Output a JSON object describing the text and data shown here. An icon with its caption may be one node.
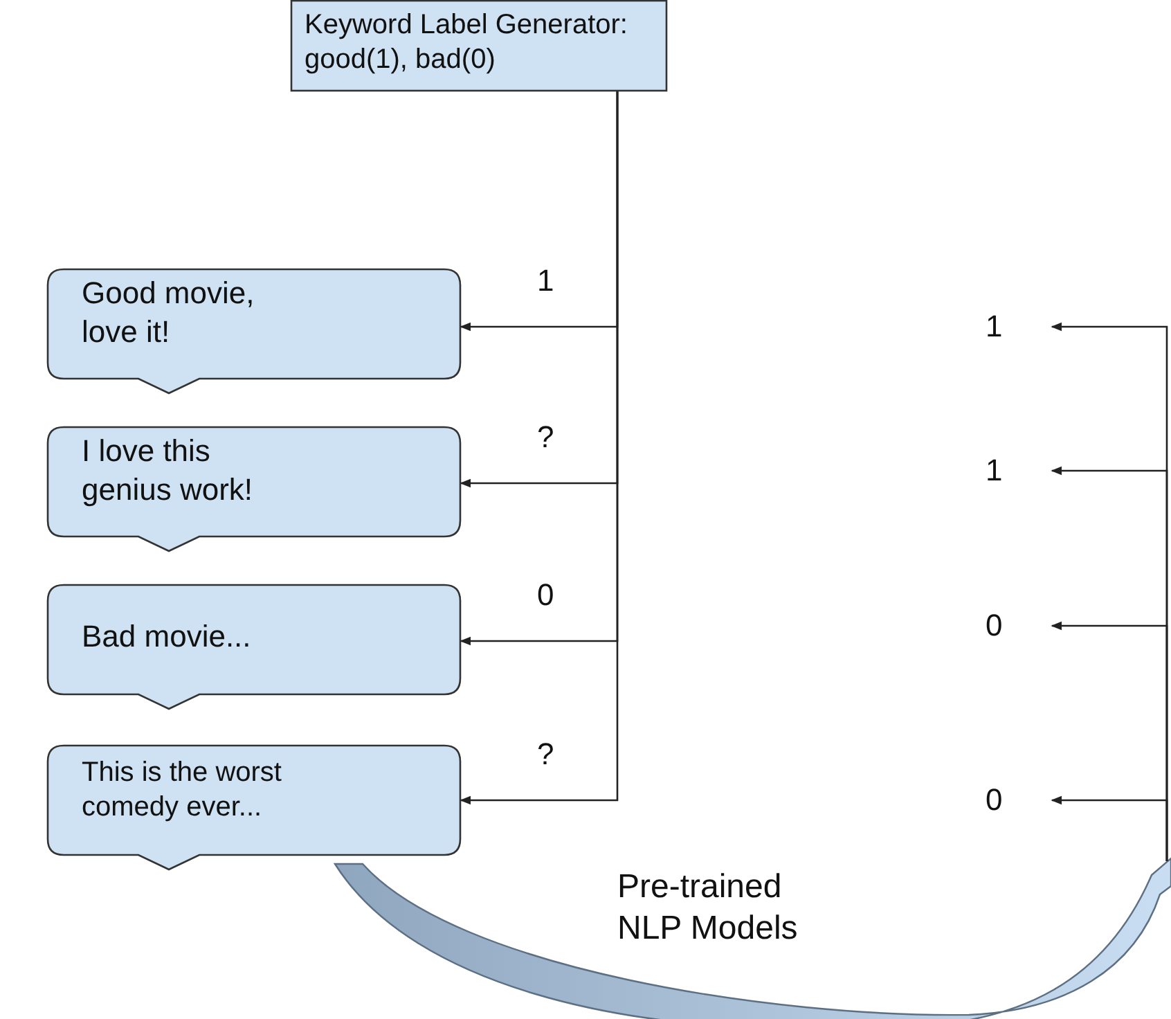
{
  "diagram": {
    "nodes": [
      {
        "text": [
          "Keyword Label Generator: good(1), bad(0)"
        ]
      },
      {
        "text": [
          "Good movie, love it!"
        ]
      },
      {
        "text": [
          "I love this genius work!"
        ]
      },
      {
        "text": [
          "Bad movie..."
        ]
      },
      {
        "text": [
          "This is the worst comedy ever..."
        ]
      },
      {
        "text": [
          "1"
        ]
      },
      {
        "text": [
          "1"
        ]
      },
      {
        "text": [
          "0"
        ]
      },
      {
        "text": [
          "0"
        ]
      },
      {
        "text": [
          "Pre-trained NLP Models"
        ]
      }
    ],
    "edges": [
      {
        "from": 0,
        "to": 1,
        "label": "1",
        "arrow": "to"
      },
      {
        "from": 0,
        "to": 2,
        "label": "?",
        "arrow": "to"
      },
      {
        "from": 0,
        "to": 3,
        "label": "0",
        "arrow": "to"
      },
      {
        "from": 0,
        "to": 4,
        "label": "?",
        "arrow": "to"
      },
      {
        "from": null,
        "to": 5,
        "arrow": "to"
      },
      {
        "from": null,
        "to": 6,
        "arrow": "to"
      },
      {
        "from": null,
        "to": 7,
        "arrow": "to"
      },
      {
        "from": null,
        "to": 8,
        "arrow": "to"
      }
    ]
  }
}
